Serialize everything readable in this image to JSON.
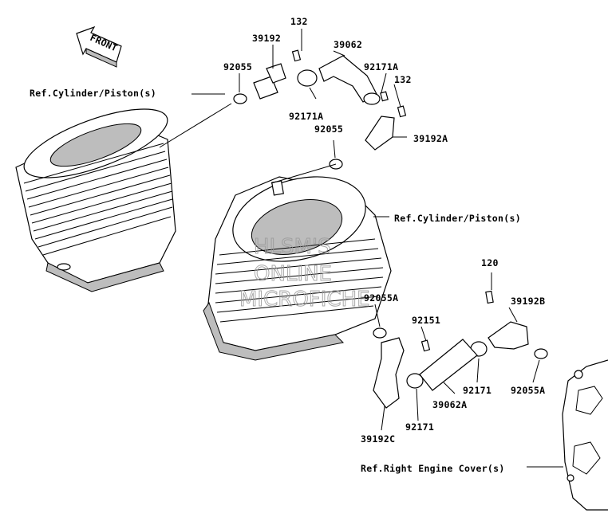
{
  "front_arrow_label": "FRONT",
  "watermark": {
    "line1": "HLSM'S",
    "line2": "ONLINE",
    "line3": "MICROFICHE"
  },
  "labels": {
    "ref_cyl_1": "Ref.Cylinder/Piston(s)",
    "ref_cyl_2": "Ref.Cylinder/Piston(s)",
    "ref_cover": "Ref.Right Engine Cover(s)",
    "p132_top": "132",
    "p39192": "39192",
    "p39062": "39062",
    "p92055_top": "92055",
    "p92171A_right": "92171A",
    "p132_right": "132",
    "p92171A_left": "92171A",
    "p92055_mid": "92055",
    "p39192A": "39192A",
    "p120": "120",
    "p39192B": "39192B",
    "p92055A_left": "92055A",
    "p92151": "92151",
    "p92171_right": "92171",
    "p39062A": "39062A",
    "p92055A_right": "92055A",
    "p92171_bottom": "92171",
    "p39192C": "39192C"
  }
}
